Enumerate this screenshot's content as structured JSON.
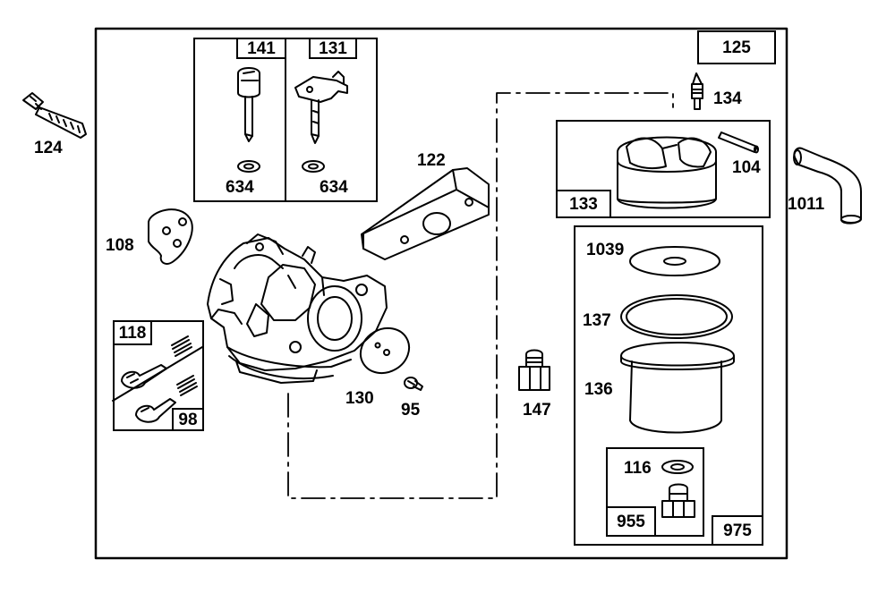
{
  "labels": {
    "p124": "124",
    "p141": "141",
    "p131": "131",
    "p634a": "634",
    "p634b": "634",
    "p125": "125",
    "p134": "134",
    "p104": "104",
    "p133": "133",
    "p1011": "1011",
    "p122": "122",
    "p108": "108",
    "p1039": "1039",
    "p137": "137",
    "p136": "136",
    "p118": "118",
    "p98": "98",
    "p130": "130",
    "p95": "95",
    "p147": "147",
    "p116": "116",
    "p955": "955",
    "p975": "975"
  },
  "colors": {
    "line": "#000000",
    "background": "#ffffff"
  }
}
